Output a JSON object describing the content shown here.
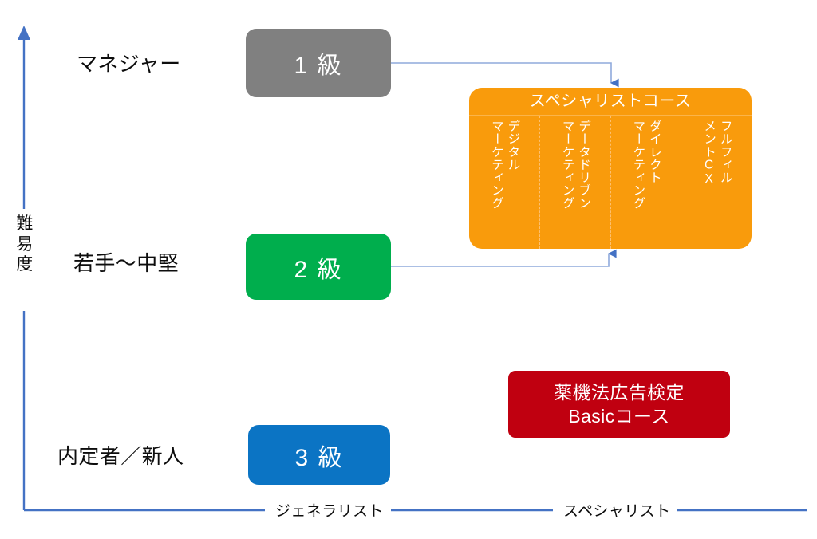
{
  "diagram": {
    "y_axis": {
      "label_chars": [
        "難",
        "易",
        "度"
      ],
      "label_full": "難易度",
      "axis_color": "#4472c4"
    },
    "x_axis": {
      "categories": [
        {
          "id": "generalist",
          "label": "ジェネラリスト"
        },
        {
          "id": "specialist",
          "label": "スペシャリスト"
        }
      ],
      "axis_color": "#4472c4"
    },
    "tiers": [
      {
        "id": "manager",
        "label": "マネジャー"
      },
      {
        "id": "midlevel",
        "label": "若手～中堅"
      },
      {
        "id": "newcomer",
        "label": "内定者／新人"
      }
    ],
    "grade_boxes": [
      {
        "id": "grade1",
        "label": "1 級",
        "color": "#808080"
      },
      {
        "id": "grade2",
        "label": "2 級",
        "color": "#00ae4d"
      },
      {
        "id": "grade3",
        "label": "3 級",
        "color": "#0b74c4"
      }
    ],
    "specialist_panel": {
      "title": "スペシャリストコース",
      "color": "#f99b0c",
      "columns": [
        {
          "id": "digital-marketing",
          "label": "デジタル\nマーケティング"
        },
        {
          "id": "data-driven-marketing",
          "label": "データドリブン\nマーケティング"
        },
        {
          "id": "direct-marketing",
          "label": "ダイレクト\nマーケティング"
        },
        {
          "id": "fulfillment-cx",
          "label": "フルフィル\nメントCX"
        }
      ]
    },
    "pharma_box": {
      "color": "#c00010",
      "line1": "薬機法広告検定",
      "line2": "Basicコース"
    },
    "connectors": [
      {
        "id": "grade1-to-specialist",
        "from": "grade1",
        "to": "specialist-panel",
        "direction": "down",
        "color": "#8faadc"
      },
      {
        "id": "grade2-to-specialist",
        "from": "grade2",
        "to": "specialist-panel",
        "direction": "up",
        "color": "#8faadc"
      }
    ]
  }
}
